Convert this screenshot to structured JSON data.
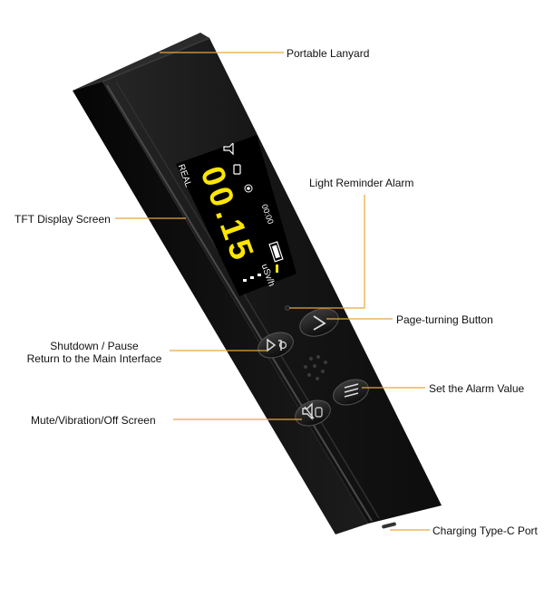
{
  "colors": {
    "accent": "#E8A63A",
    "digits": "#FFE600",
    "body": "#141414",
    "screen": "#000000"
  },
  "labels": {
    "lanyard": "Portable Lanyard",
    "light_alarm": "Light Reminder Alarm",
    "tft": "TFT Display Screen",
    "page_turning": "Page-turning Button",
    "shutdown_line1": "Shutdown / Pause",
    "shutdown_line2": "Return to the Main Interface",
    "set_alarm": "Set the Alarm Value",
    "mute": "Mute/Vibration/Off Screen",
    "charging": "Charging Type-C Port"
  },
  "screen": {
    "mode": "REAL",
    "reading": "00.15",
    "unit": "uSv/h",
    "timer": "00:00"
  },
  "icons": {
    "speaker": "speaker-icon",
    "vibrate": "vibrate-icon",
    "record": "record-icon",
    "battery": "battery-icon",
    "page_turn": "chevron-right-icon",
    "shutdown": "play-pause-icon",
    "menu": "menu-icon",
    "mute": "mute-icon"
  }
}
